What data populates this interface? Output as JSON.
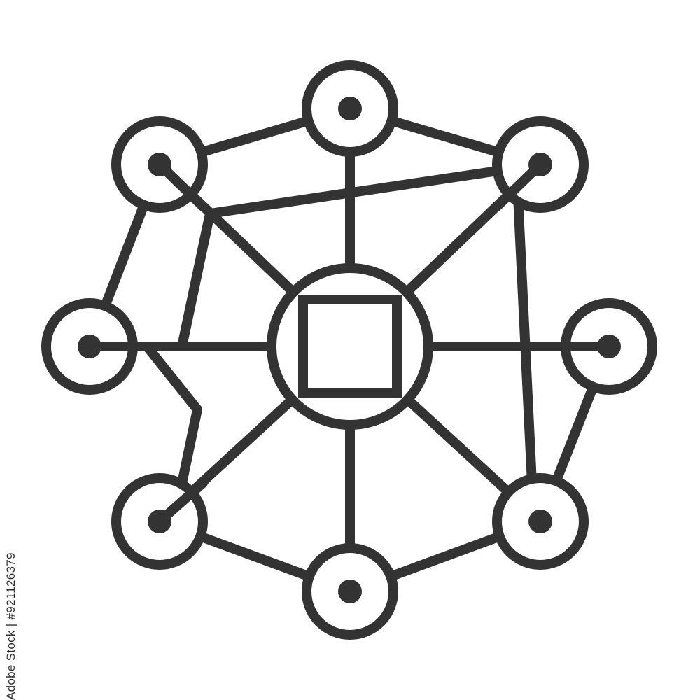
{
  "icon": {
    "name": "network-hub-icon",
    "stroke_color": "#333333",
    "background_color": "#ffffff",
    "hub_shape": "square inside circle",
    "node_count": 8
  },
  "stock_label": "Adobe Stock | #921126379"
}
